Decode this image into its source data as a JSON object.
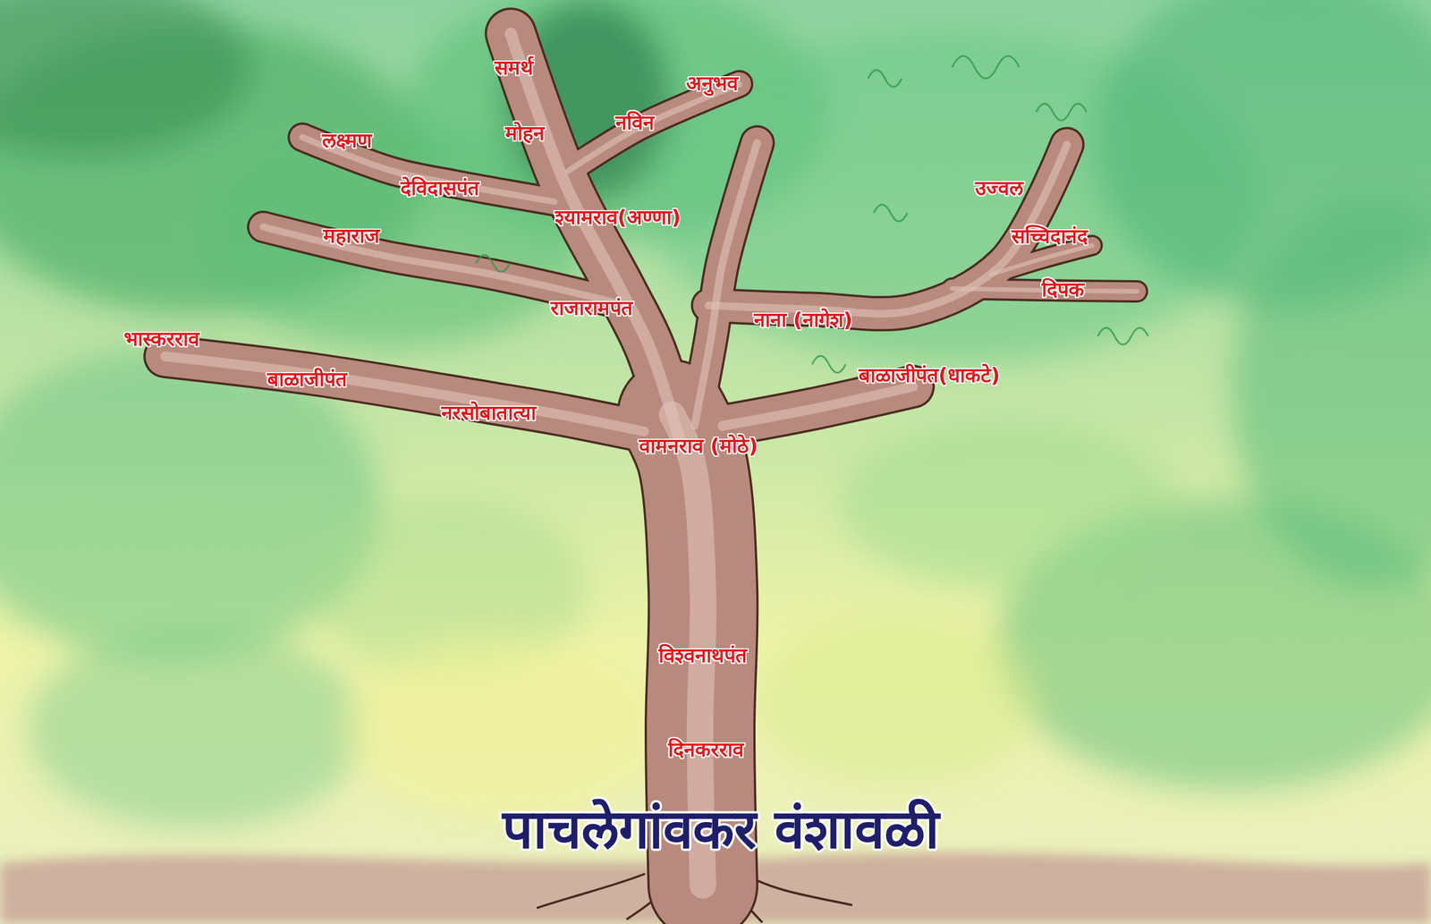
{
  "diagram": {
    "title": "पाचलेगांवकर वंशावळी",
    "labels": [
      "समर्थ",
      "अनुभव",
      "मोहन",
      "नविन",
      "लक्ष्मण",
      "देविदासपंत",
      "श्यामराव(अण्णा)",
      "उज्वल",
      "महाराज",
      "सच्चिदानंद",
      "दिपक",
      "राजारामपंत",
      "नाना (नागेश)",
      "भास्करराव",
      "बाळाजीपंत",
      "बाळाजीपंत(धाकटे)",
      "नरसोबातात्या",
      "वामनराव (मोठे)",
      "विश्वनाथपंत",
      "दिनकरराव"
    ]
  }
}
